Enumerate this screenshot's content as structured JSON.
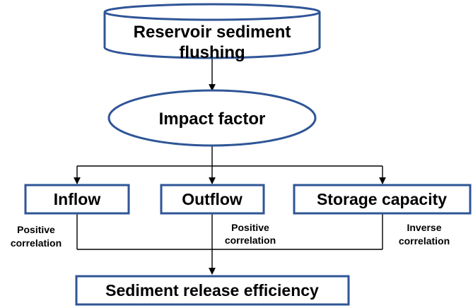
{
  "nodes": {
    "reservoir": {
      "line1": "Reservoir sediment",
      "line2": "flushing"
    },
    "impact": {
      "label": "Impact factor"
    },
    "inflow": {
      "label": "Inflow"
    },
    "outflow": {
      "label": "Outflow"
    },
    "storage": {
      "label": "Storage capacity"
    },
    "efficiency": {
      "label": "Sediment release efficiency"
    }
  },
  "edge_labels": {
    "inflow": {
      "line1": "Positive",
      "line2": "correlation"
    },
    "outflow": {
      "line1": "Positive",
      "line2": "correlation"
    },
    "storage": {
      "line1": "Inverse",
      "line2": "correlation"
    }
  },
  "colors": {
    "node_border": "#2f5597",
    "text": "#000000",
    "line": "#000000"
  }
}
